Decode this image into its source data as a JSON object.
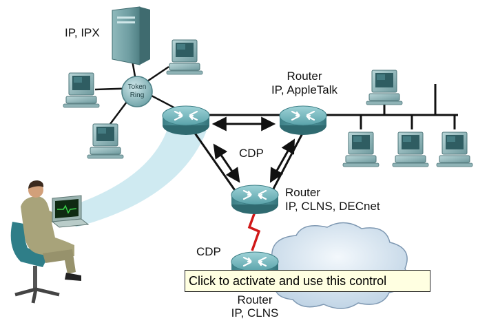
{
  "labels": {
    "server": "IP, IPX",
    "token_ring_line1": "Token",
    "token_ring_line2": "Ring",
    "router_right_name": "Router",
    "router_right_protocols": "IP, AppleTalk",
    "cdp_center": "CDP",
    "router_center_name": "Router",
    "router_center_protocols": "IP, CLNS, DECnet",
    "cdp_bottom": "CDP",
    "router_bottom_name": "Router",
    "router_bottom_protocols": "IP, CLNS"
  },
  "tooltip": {
    "text": "Click to activate and use this control"
  },
  "colors": {
    "router": "#4f9aa0",
    "link": "#111111",
    "serial_link": "#d01818",
    "cloud": "#d8e6f2",
    "beam": "#c7e6ee",
    "tooltip_bg": "#ffffe1"
  },
  "icons": [
    "server-icon",
    "pc-icon",
    "token-ring-icon",
    "router-icon",
    "cloud-icon",
    "technician-icon",
    "laptop-icon"
  ]
}
